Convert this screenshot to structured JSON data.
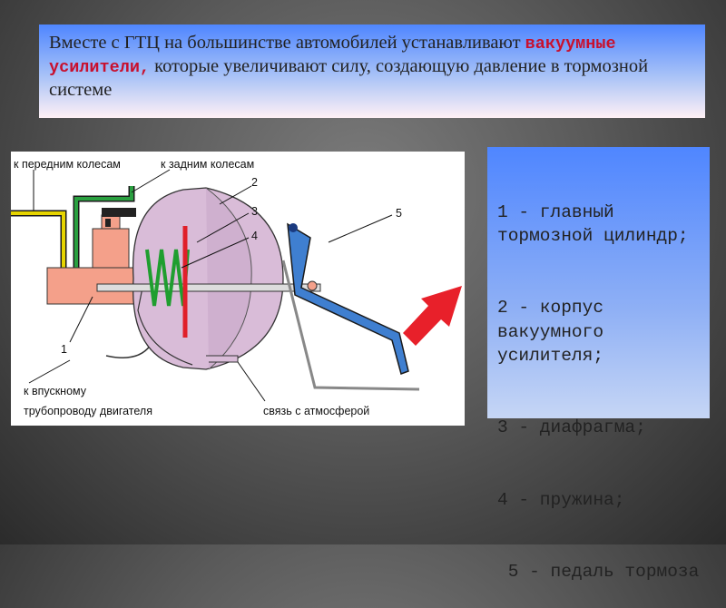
{
  "intro": {
    "before": "Вместе с ГТЦ на большинстве автомобилей устанавливают ",
    "highlight": "вакуумные усилители,",
    "after": " которые увеличивают силу, создающую давление в тормозной системе"
  },
  "diagram": {
    "label_front": "к передним колесам",
    "label_rear": "к задним колесам",
    "label_intake_1": "к впускному",
    "label_intake_2": "трубопроводу двигателя",
    "label_atmosphere": "связь с атмосферой",
    "num_1": "1",
    "num_2": "2",
    "num_3": "3",
    "num_4": "4",
    "num_5": "5"
  },
  "legend": [
    "1 - главный тормозной цилиндр;",
    "2 - корпус вакуумного усилителя;",
    "3 - диафрагма;",
    "4 - пружина;",
    " 5 - педаль тормоза"
  ],
  "colors": {
    "box_top": "#4f86ff",
    "highlight": "#c8102e",
    "cylinder": "#f4a08a",
    "booster": "#d9bcd8",
    "diaphragm": "#e0202a",
    "spring": "#1f9e2f",
    "pedal": "#3f7fd0",
    "arrow": "#e8202a"
  }
}
